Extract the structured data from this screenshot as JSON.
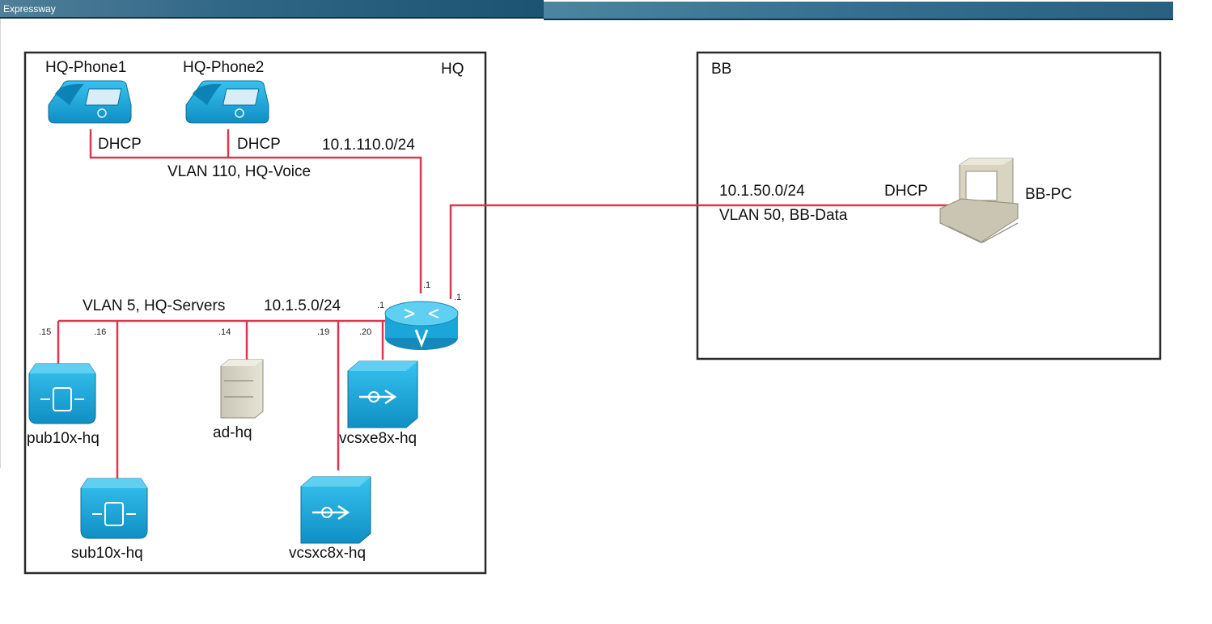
{
  "window": {
    "title": "Expressway"
  },
  "hq": {
    "label": "HQ",
    "phones": [
      {
        "name": "HQ-Phone1",
        "addr": "DHCP"
      },
      {
        "name": "HQ-Phone2",
        "addr": "DHCP"
      }
    ],
    "voice_subnet": "10.1.110.0/24",
    "voice_vlan": "VLAN 110, HQ-Voice",
    "server_vlan": "VLAN 5, HQ-Servers",
    "server_subnet": "10.1.5.0/24",
    "router_ports": {
      "left": ".1",
      "voice": ".1",
      "bb": ".1"
    },
    "servers": [
      {
        "name": "pub10x-hq",
        "ip": ".15"
      },
      {
        "name": "sub10x-hq",
        "ip": ".16"
      },
      {
        "name": "ad-hq",
        "ip": ".14"
      },
      {
        "name": "vcsxc8x-hq",
        "ip": ".19"
      },
      {
        "name": "vcsxe8x-hq",
        "ip": ".20"
      }
    ]
  },
  "bb": {
    "label": "BB",
    "subnet": "10.1.50.0/24",
    "vlan": "VLAN 50, BB-Data",
    "pc": {
      "name": "BB-PC",
      "addr": "DHCP"
    }
  },
  "colors": {
    "link": "#d9384f",
    "device_blue": "#1aa6d9",
    "frame": "#2b2b2b",
    "titlebar": "#2f6585"
  }
}
